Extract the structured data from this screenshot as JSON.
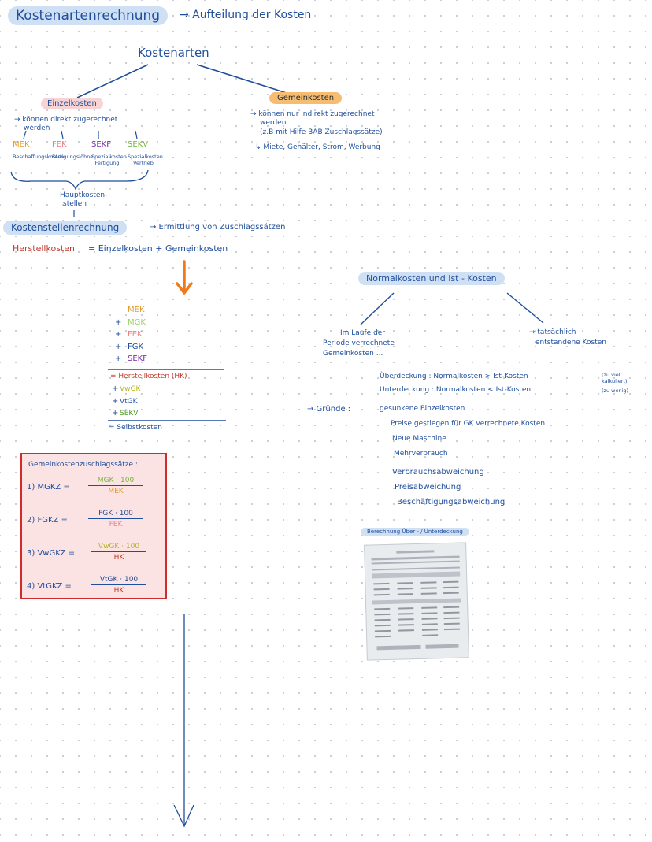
{
  "header": {
    "title": "Kostenartenrechnung",
    "subtitle": "→ Aufteilung  der Kosten"
  },
  "tree": {
    "root": "Kostenarten",
    "left": {
      "label": "Einzelkosten",
      "desc_1": "→ können direkt zugerechnet",
      "desc_2": "werden",
      "items": [
        {
          "code": "MEK",
          "note": "Beschaffungskosten",
          "color": "#e59a2b"
        },
        {
          "code": "FEK",
          "note": "Fertigungslöhne",
          "color": "#ec7f86"
        },
        {
          "code": "SEKF",
          "note": "Spezialkosten Fertigung",
          "color": "#7a2aa0"
        },
        {
          "code": "SEKV",
          "note": "Spezialkosten Vertrieb",
          "color": "#76b13d"
        }
      ],
      "merge_label_1": "Hauptkosten-",
      "merge_label_2": "stellen"
    },
    "right": {
      "label": "Gemeinkosten",
      "desc_1": "→ können nur indirekt zugerechnet",
      "desc_2": "werden",
      "desc_3": "(z.B mit Hilfe BAB Zuschlagssätze)",
      "desc_4": "↳ Miete, Gehälter, Strom, Werbung"
    }
  },
  "kostenstellen": {
    "label": "Kostenstellenrechnung",
    "arrow_text": "→ Ermittlung von Zuschlagssätzen",
    "formula_left": "Herstellkosten",
    "formula_right": "= Einzelkosten  +  Gemeinkosten"
  },
  "calc": {
    "lines": [
      {
        "prefix": "",
        "text": "MEK",
        "color": "#e59a2b"
      },
      {
        "prefix": "+",
        "text": "MGK",
        "color": "#9ad16b"
      },
      {
        "prefix": "+",
        "text": "FEK",
        "color": "#ec7f86"
      },
      {
        "prefix": "+",
        "text": "FGK",
        "color": "#1f4e9c"
      },
      {
        "prefix": "+",
        "text": "SEKF",
        "color": "#7a2aa0"
      }
    ],
    "result_1": "= Herstellkosten (HK)",
    "lines_2": [
      {
        "prefix": "+",
        "text": "VwGK",
        "color": "#b7b21f"
      },
      {
        "prefix": "+",
        "text": "VtGK",
        "color": "#1f4e9c"
      },
      {
        "prefix": "+",
        "text": "SEKV",
        "color": "#4f9a2a"
      }
    ],
    "result_2": "= Selbstkosten"
  },
  "zuschlag": {
    "title": "Gemeinkostenzuschlagssätze :",
    "formulas": [
      {
        "label": "1) MGKZ =",
        "num": "MGK · 100",
        "den": "MEK",
        "num_color": "#76b13d",
        "den_color": "#e59a2b"
      },
      {
        "label": "2) FGKZ =",
        "num": "FGK · 100",
        "den": "FEK",
        "num_color": "#1f4e9c",
        "den_color": "#ec7f86"
      },
      {
        "label": "3) VwGKZ =",
        "num": "VwGK · 100",
        "den": "HK",
        "num_color": "#b7b21f",
        "den_color": "#c0392b"
      },
      {
        "label": "4) VtGKZ =",
        "num": "VtGK · 100",
        "den": "HK",
        "num_color": "#1f4e9c",
        "den_color": "#c0392b"
      }
    ]
  },
  "normal": {
    "title": "Normalkosten  und  Ist - Kosten",
    "left_1": "Im Laufe der",
    "left_2": "Periode  verrechnete",
    "left_3": "Gemeinkosten ...",
    "right_1": "→ tatsächlich",
    "right_2": "entstandene Kosten",
    "ueber": "Überdeckung :  Normalkosten  > Ist-Kosten",
    "ueber_note": "(zu viel kalkuliert)",
    "unter": "Unterdeckung : Normalkosten  < Ist-Kosten",
    "unter_note": "(zu wenig)",
    "gruende_label": "→ Gründe :",
    "gruende": [
      "gesunkene  Einzelkosten",
      "Preise  gestiegen  für  GK  verrechnete  Kosten",
      "Neue Maschine",
      "Mehrverbrauch"
    ],
    "abweichungen": [
      "Verbrauchsabweichung",
      "Preisabweichung",
      "Beschäftigungsabweichung"
    ],
    "photo_caption": "Berechnung Über - / Unterdeckung"
  },
  "colors": {
    "ink": "#1f4e9c",
    "red": "#c0392b",
    "orange_arrow": "#f07a1a",
    "box_border": "#d12b2b",
    "box_fill": "#fbe3e3"
  }
}
